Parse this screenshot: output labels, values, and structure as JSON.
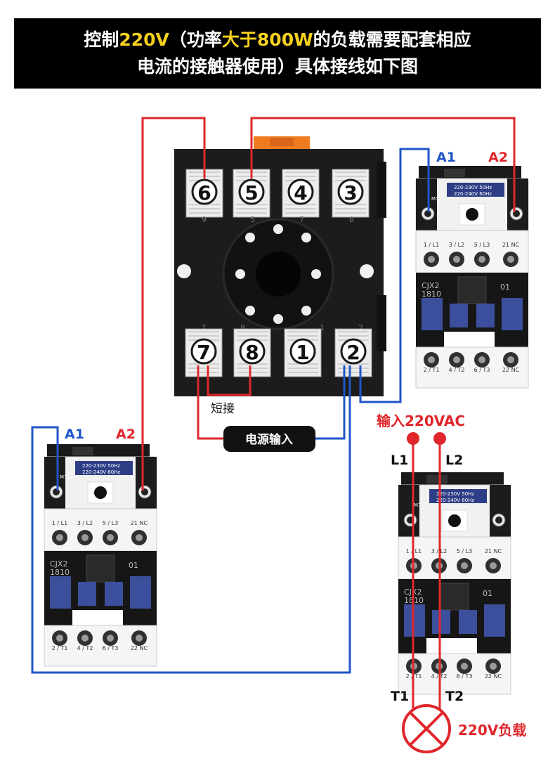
{
  "banner": {
    "line1_parts": [
      "控制",
      "220V",
      "（功率",
      "大于",
      "800W",
      "的负载需要配套相应"
    ],
    "line2": "电流的接触器使用）具体接线如下图"
  },
  "relay_base": {
    "top_terminals": [
      "6",
      "5",
      "4",
      "3"
    ],
    "top_pin_marks": [
      "9",
      "5",
      "7",
      "8"
    ],
    "bottom_terminals": [
      "7",
      "8",
      "1",
      "2"
    ],
    "bottom_pin_marks": [
      "7",
      "8",
      "1",
      "2"
    ]
  },
  "labels": {
    "short": "短接",
    "power_input": "电源输入",
    "input_220vac": "输入220VAC",
    "l1": "L1",
    "l2": "L2",
    "t1": "T1",
    "t2": "T2",
    "load": "220V负载",
    "a1": "A1",
    "a2": "A2"
  },
  "contactor": {
    "coil_line1": "220-230V 50Hz",
    "coil_line2": "220-240V 60Hz",
    "coil_mark": "M7",
    "model": "CJX2",
    "code": "1810",
    "aux": "01",
    "top_labels": [
      "1 / L1",
      "3 / L2",
      "5 / L3",
      "21 NC"
    ],
    "bottom_labels": [
      "2 / T1",
      "4 / T2",
      "6 / T3",
      "22 NC"
    ]
  },
  "colors": {
    "red_wire": "#e0262b",
    "blue_wire": "#1f55c8",
    "banner_bg": "#000000",
    "highlight": "#f7d11e",
    "contactor_blue": "#3c4f9c"
  }
}
